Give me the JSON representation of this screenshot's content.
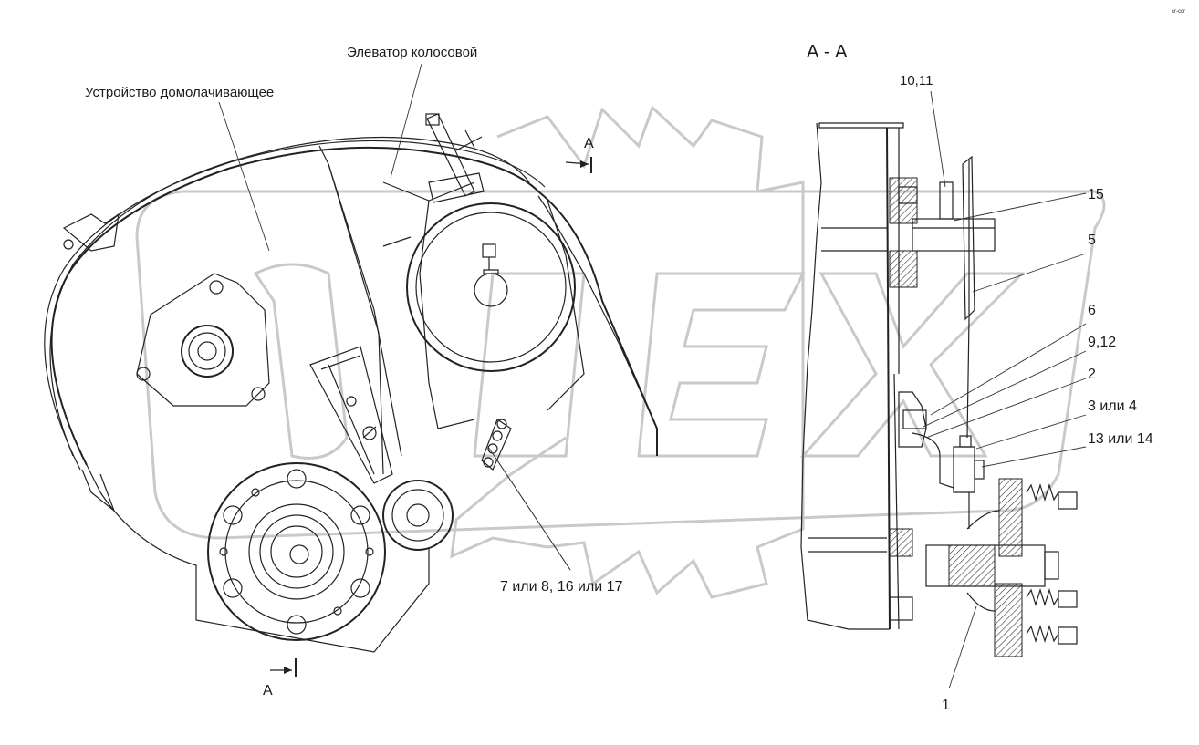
{
  "drawing": {
    "section_title": "А - А",
    "labels": {
      "elevator": "Элеватор колосовой",
      "thresher": "Устройство домолачивающее",
      "part_10_11": "10,11",
      "part_15": "15",
      "part_5": "5",
      "part_6": "6",
      "part_9_12": "9,12",
      "part_2": "2",
      "part_3_4": "3 или 4",
      "part_13_14": "13 или 14",
      "part_7_8_16_17": "7 или 8, 16 или 17",
      "part_1": "1"
    },
    "section_marks": {
      "top": "А",
      "bottom": "А"
    },
    "watermark": "OPEX",
    "corner_note": "cr-ccr"
  }
}
